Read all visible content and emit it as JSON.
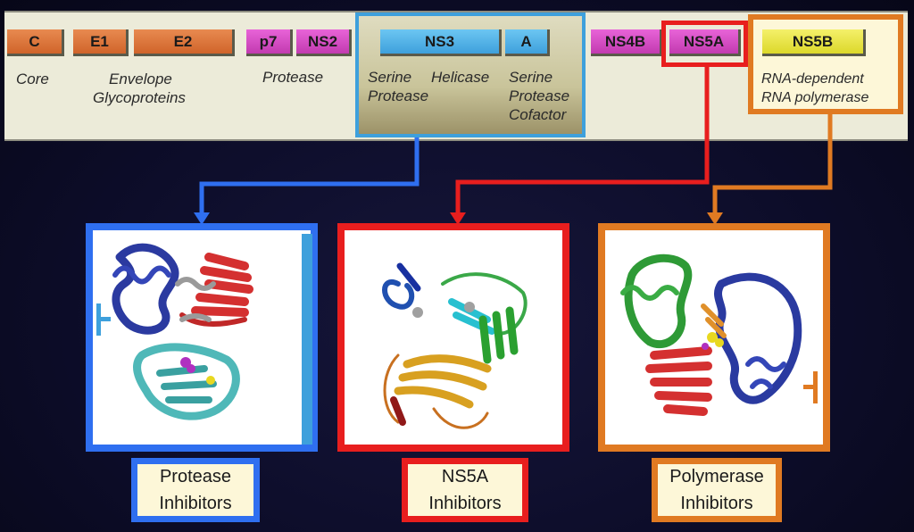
{
  "genome": {
    "genes": [
      {
        "id": "c",
        "label": "C"
      },
      {
        "id": "e1",
        "label": "E1"
      },
      {
        "id": "e2",
        "label": "E2"
      },
      {
        "id": "p7",
        "label": "p7"
      },
      {
        "id": "ns2",
        "label": "NS2"
      },
      {
        "id": "ns3",
        "label": "NS3"
      },
      {
        "id": "a",
        "label": "A"
      },
      {
        "id": "ns4b",
        "label": "NS4B"
      },
      {
        "id": "ns5a",
        "label": "NS5A"
      },
      {
        "id": "ns5b",
        "label": "NS5B"
      }
    ],
    "functions": {
      "core": "Core",
      "envelope_1": "Envelope",
      "envelope_2": "Glycoproteins",
      "protease": "Protease",
      "serine_protease_1": "Serine",
      "serine_protease_2": "Protease",
      "helicase": "Helicase",
      "cofactor_1": "Serine",
      "cofactor_2": "Protease",
      "cofactor_3": "Cofactor",
      "polymerase_1": "RNA-dependent",
      "polymerase_2": "RNA polymerase"
    }
  },
  "inhibitors": [
    {
      "id": "protease",
      "line1": "Protease",
      "line2": "Inhibitors",
      "color": "#2f6ff0"
    },
    {
      "id": "ns5a",
      "line1": "NS5A",
      "line2": "Inhibitors",
      "color": "#e81e1e"
    },
    {
      "id": "polymerase",
      "line1": "Polymerase",
      "line2": "Inhibitors",
      "color": "#e07a22"
    }
  ],
  "colors": {
    "background": "#0d0d2a",
    "band": "#ecebd9",
    "gene_orange": "#d8703a",
    "gene_magenta": "#d44cc4",
    "gene_blue": "#4aaae0",
    "gene_yellow": "#e6e23a",
    "protease_blue": "#2f6ff0",
    "ns5a_red": "#e81e1e",
    "polymerase_orange": "#e07a22",
    "label_bg": "#fdf7d8"
  }
}
